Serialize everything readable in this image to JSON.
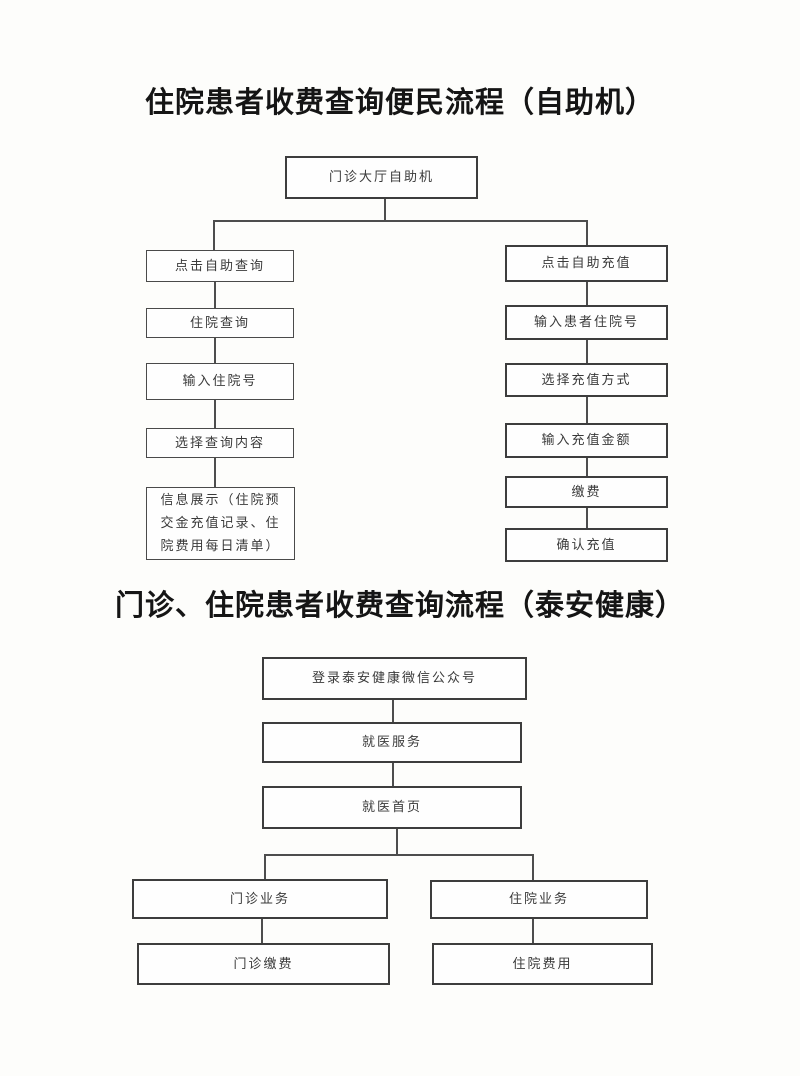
{
  "colors": {
    "background": "#fdfdfb",
    "box_border": "#3d3d3d",
    "connector": "#4d4d4d",
    "title_text": "#151515",
    "box_text": "#3a3a3a"
  },
  "flowchart_selfservice": {
    "title": "住院患者收费查询便民流程（自助机）",
    "root": "门诊大厅自助机",
    "left_branch": [
      "点击自助查询",
      "住院查询",
      "输入住院号",
      "选择查询内容",
      "信息展示（住院预交金充值记录、住院费用每日清单）"
    ],
    "right_branch": [
      "点击自助充值",
      "输入患者住院号",
      "选择充值方式",
      "输入充值金额",
      "缴费",
      "确认充值"
    ]
  },
  "flowchart_taian_health": {
    "title": "门诊、住院患者收费查询流程（泰安健康）",
    "main_path": [
      "登录泰安健康微信公众号",
      "就医服务",
      "就医首页"
    ],
    "outpatient_branch": [
      "门诊业务",
      "门诊缴费"
    ],
    "inpatient_branch": [
      "住院业务",
      "住院费用"
    ]
  }
}
